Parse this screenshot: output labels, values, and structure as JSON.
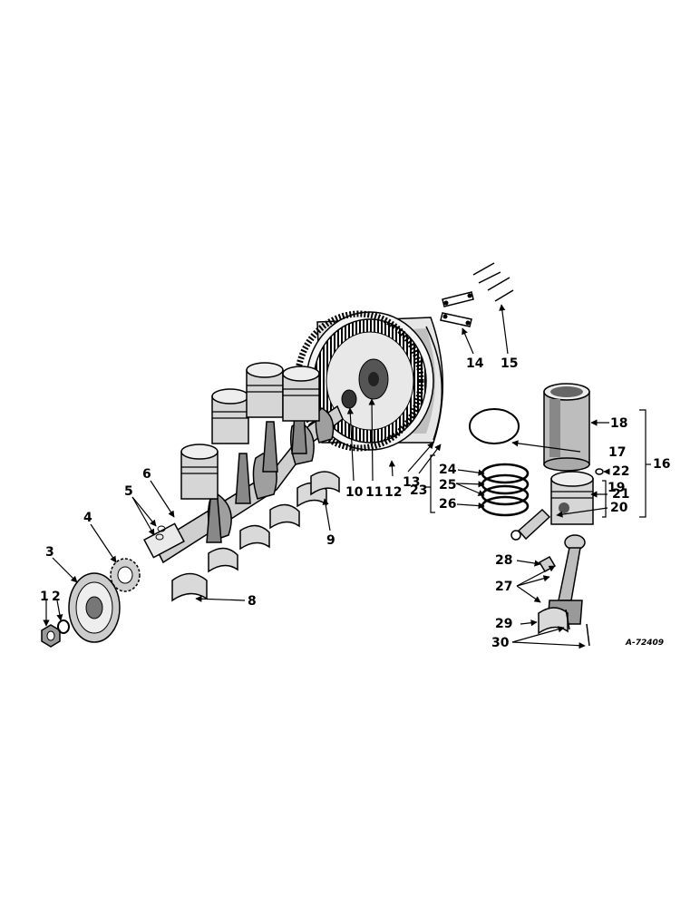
{
  "figure_id": "A-72409",
  "callouts": [
    "1",
    "2",
    "3",
    "4",
    "5",
    "6",
    "8",
    "9",
    "10",
    "11",
    "12",
    "13",
    "14",
    "15",
    "16",
    "17",
    "18",
    "19",
    "20",
    "21",
    "22",
    "23",
    "24",
    "25",
    "26",
    "27",
    "28",
    "29",
    "30"
  ],
  "colors": {
    "ink": "#000000",
    "paper": "#ffffff",
    "halftone": "#9a9a9a"
  }
}
